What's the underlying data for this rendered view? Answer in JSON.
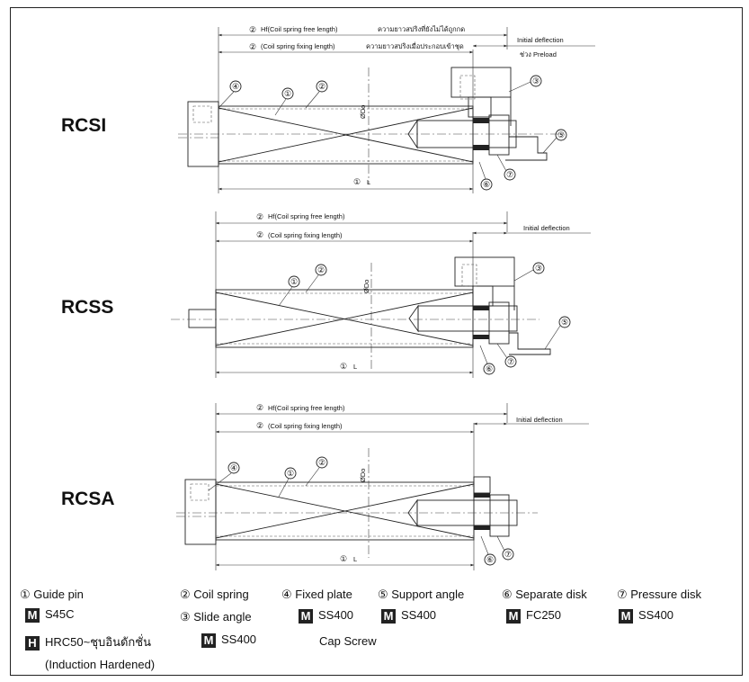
{
  "models": [
    "RCSI",
    "RCSS",
    "RCSA"
  ],
  "dimensions": {
    "hf": "Hf(Coil spring free length)",
    "fixing": "(Coil spring fixing length)",
    "initial_deflection": "Initial deflection",
    "preload": "ช่วง Preload",
    "hf_thai": "ความยาวสปริงที่ยังไม่ได้ถูกกด",
    "fixing_thai": "ความยาวสปริงเมื่อประกอบเข้าชุด",
    "l": "L",
    "do": "ØDo"
  },
  "balloons": [
    "①",
    "②",
    "③",
    "④",
    "⑤",
    "⑥",
    "⑦"
  ],
  "legend": {
    "p1": "① Guide pin",
    "p2": "② Coil spring",
    "p3": "③ Slide angle",
    "p4": "④ Fixed plate",
    "p5": "⑤ Support angle",
    "p6": "⑥ Separate disk",
    "p7": "⑦ Pressure disk",
    "badge_m": "M",
    "badge_h": "H",
    "m1": "S45C",
    "h1": "HRC50~ชุบอินดักชั่น",
    "h1_note": "(Induction Hardened)",
    "m3": "SS400",
    "m4": "SS400",
    "m4_note": "Cap Screw",
    "m5": "SS400",
    "m6": "FC250",
    "m7": "SS400"
  }
}
